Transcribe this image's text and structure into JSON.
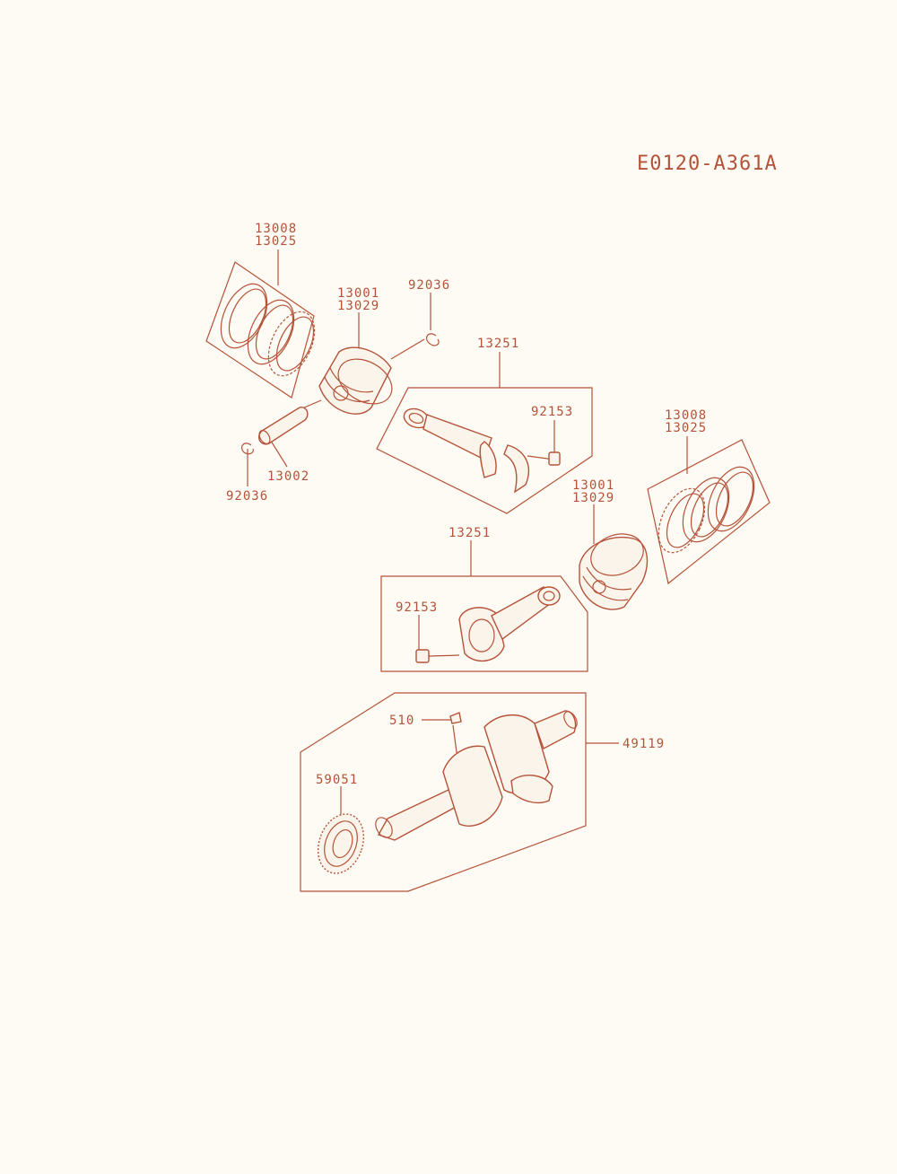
{
  "diagram_code": "E0120-A361A",
  "colors": {
    "line": "#b5533a",
    "background": "#fdfbf3"
  },
  "labels": {
    "rings_left_a": "13008",
    "rings_left_b": "13025",
    "piston_left_a": "13001",
    "piston_left_b": "13029",
    "circlip_top": "92036",
    "rod_top": "13251",
    "bolt_top": "92153",
    "pin": "13002",
    "circlip_bottom": "92036",
    "rings_right_a": "13008",
    "rings_right_b": "13025",
    "piston_right_a": "13001",
    "piston_right_b": "13029",
    "rod_bottom": "13251",
    "bolt_bottom": "92153",
    "key": "510",
    "crankshaft": "49119",
    "gear": "59051"
  }
}
